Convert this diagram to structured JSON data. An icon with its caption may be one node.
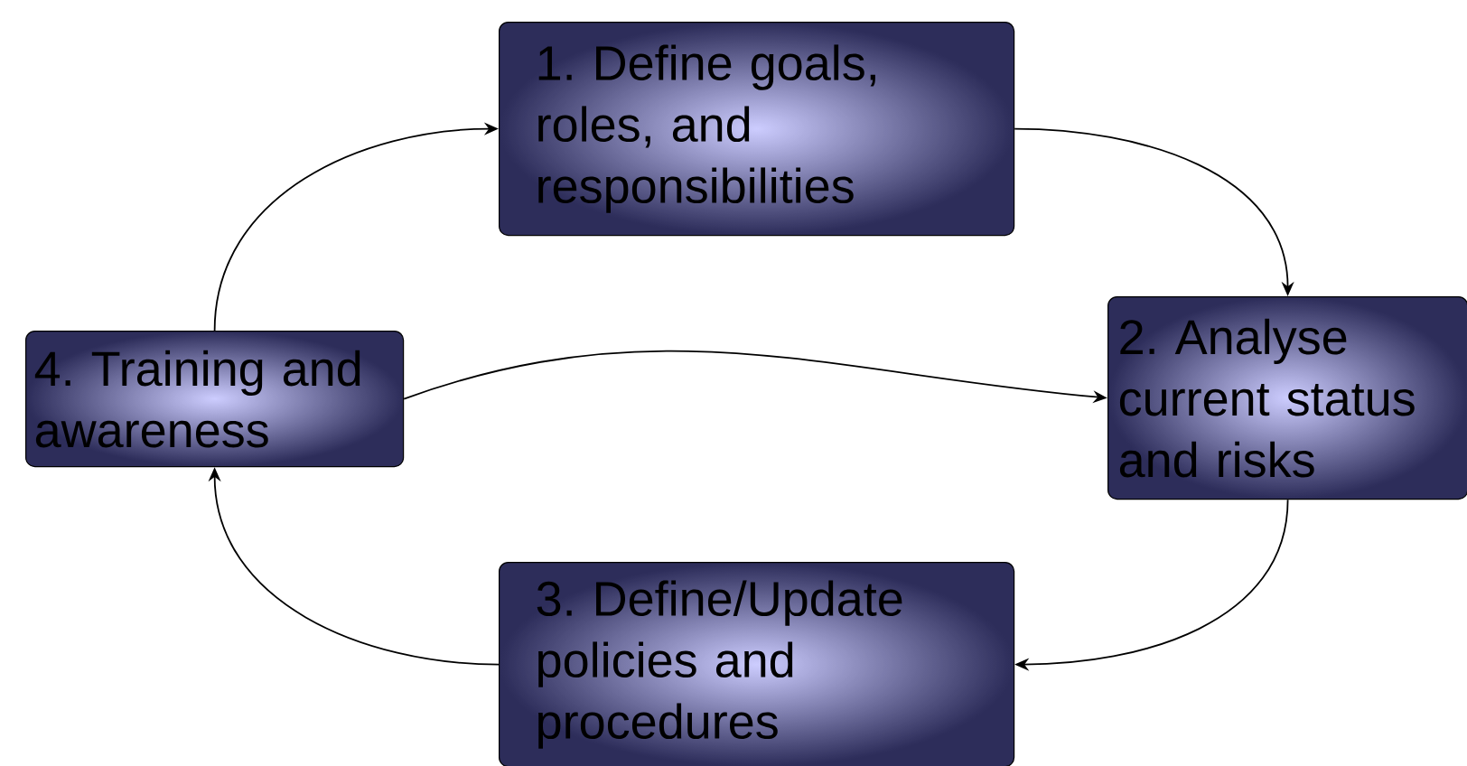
{
  "diagram": {
    "nodes": [
      {
        "text": [
          "1. Define goals, roles, and responsibilities"
        ]
      },
      {
        "text": [
          "2. Analyse current status and risks"
        ]
      },
      {
        "text": [
          "3. Define/Update policies and procedures"
        ]
      },
      {
        "text": [
          "4. Training and awareness"
        ]
      }
    ],
    "edges": [
      {
        "from": 0,
        "to": 1,
        "arrow": "to"
      },
      {
        "from": 1,
        "to": 2,
        "arrow": "to"
      },
      {
        "from": 2,
        "to": 3,
        "arrow": "to"
      },
      {
        "from": 3,
        "to": 0,
        "arrow": "to"
      },
      {
        "from": 3,
        "to": 1,
        "arrow": "to"
      }
    ]
  }
}
